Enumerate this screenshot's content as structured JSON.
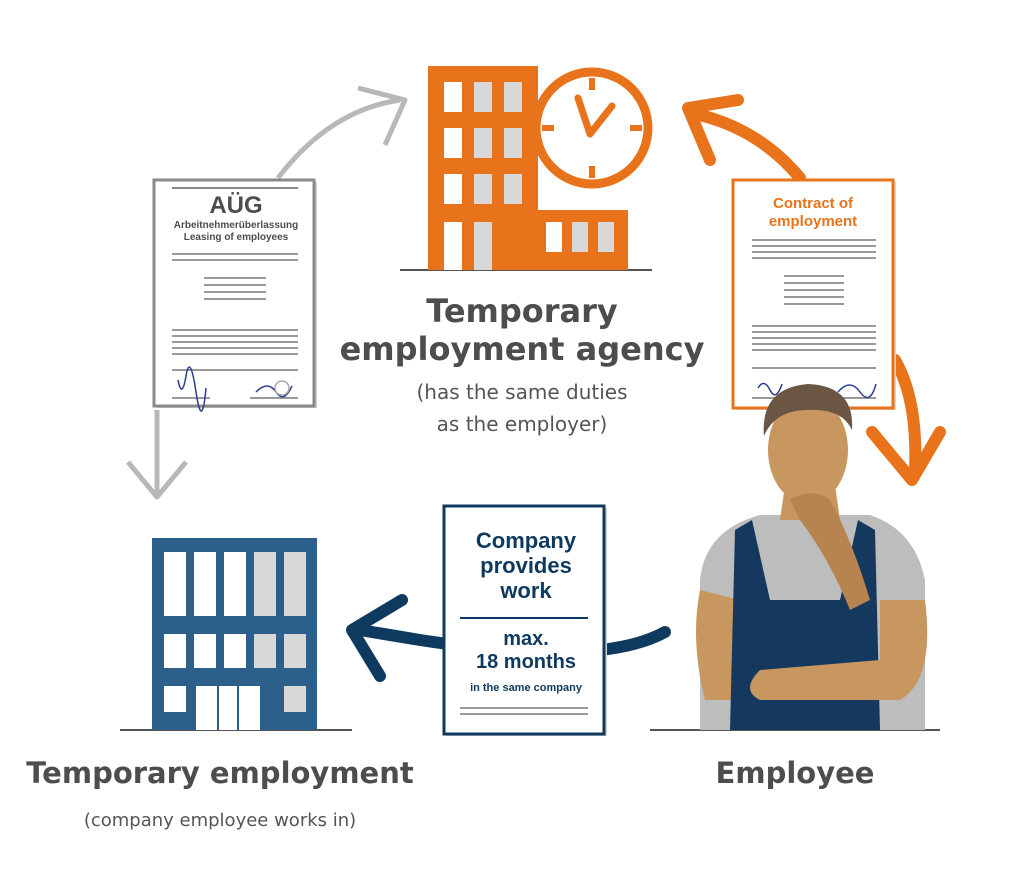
{
  "agency": {
    "title": "Temporary employment agency",
    "subtitle_line1": "(has the same duties",
    "subtitle_line2": "as the employer)"
  },
  "temporary_employment": {
    "title": "Temporary employment",
    "subtitle": "(company employee works in)"
  },
  "employee": {
    "title": "Employee"
  },
  "aug_document": {
    "title": "AÜG",
    "line1": "Arbeitnehmerüberlassung",
    "line2": "Leasing of employees"
  },
  "contract_document": {
    "line1": "Contract of",
    "line2": "employment"
  },
  "provides_document": {
    "line1": "Company",
    "line2": "provides",
    "line3": "work",
    "max_line1": "max.",
    "max_line2": "18 months",
    "same_company": "in the same company"
  },
  "colors": {
    "orange": "#e8731a",
    "navy": "#0f3a5f",
    "blue_building": "#2c5f8a",
    "gray_arrow": "#b5b5b5"
  },
  "icons": [
    "agency-building-icon",
    "clock-icon",
    "company-building-icon",
    "employee-figure-icon"
  ]
}
